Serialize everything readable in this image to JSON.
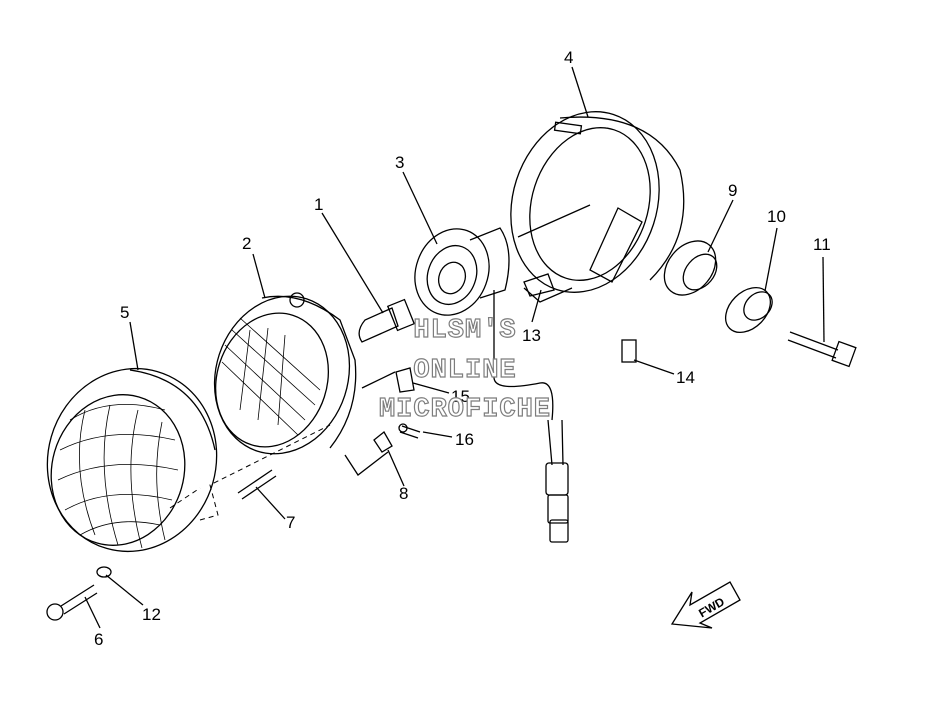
{
  "diagram": {
    "callouts": [
      "1",
      "2",
      "3",
      "4",
      "5",
      "6",
      "7",
      "8",
      "9",
      "10",
      "11",
      "12",
      "13",
      "14",
      "15",
      "16"
    ],
    "watermark": [
      "HLSM'S",
      "ONLINE",
      "MICROFICHE"
    ],
    "fwd_arrow_label": "FWD"
  }
}
